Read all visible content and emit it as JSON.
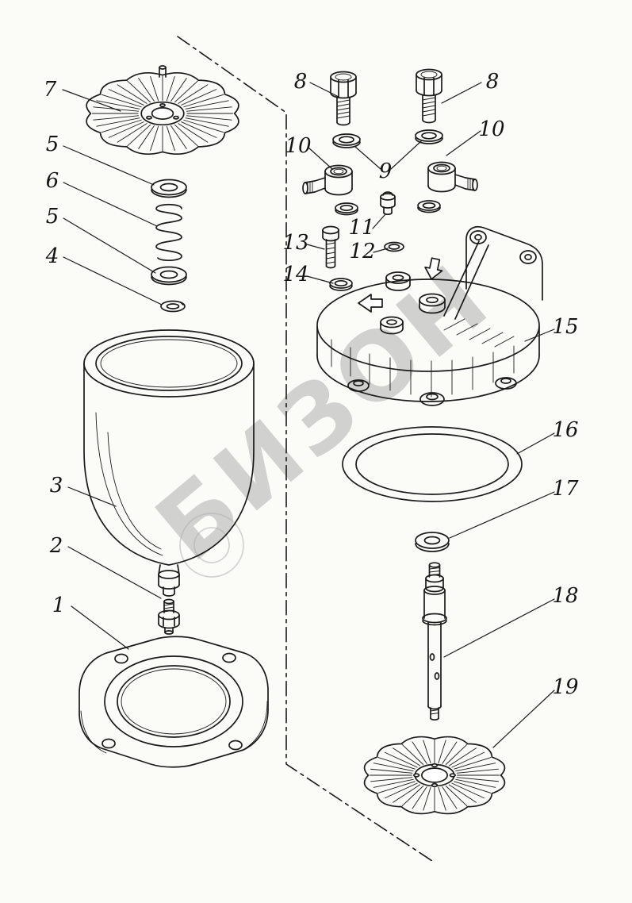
{
  "diagram": {
    "watermark": {
      "text": "БИЗОН"
    },
    "labels": [
      {
        "text": "7"
      },
      {
        "text": "5"
      },
      {
        "text": "6"
      },
      {
        "text": "5"
      },
      {
        "text": "4"
      },
      {
        "text": "3"
      },
      {
        "text": "2"
      },
      {
        "text": "1"
      },
      {
        "text": "8"
      },
      {
        "text": "8"
      },
      {
        "text": "10"
      },
      {
        "text": "9"
      },
      {
        "text": "10"
      },
      {
        "text": "11"
      },
      {
        "text": "12"
      },
      {
        "text": "13"
      },
      {
        "text": "14"
      },
      {
        "text": "15"
      },
      {
        "text": "16"
      },
      {
        "text": "17"
      },
      {
        "text": "18"
      },
      {
        "text": "19"
      }
    ]
  }
}
